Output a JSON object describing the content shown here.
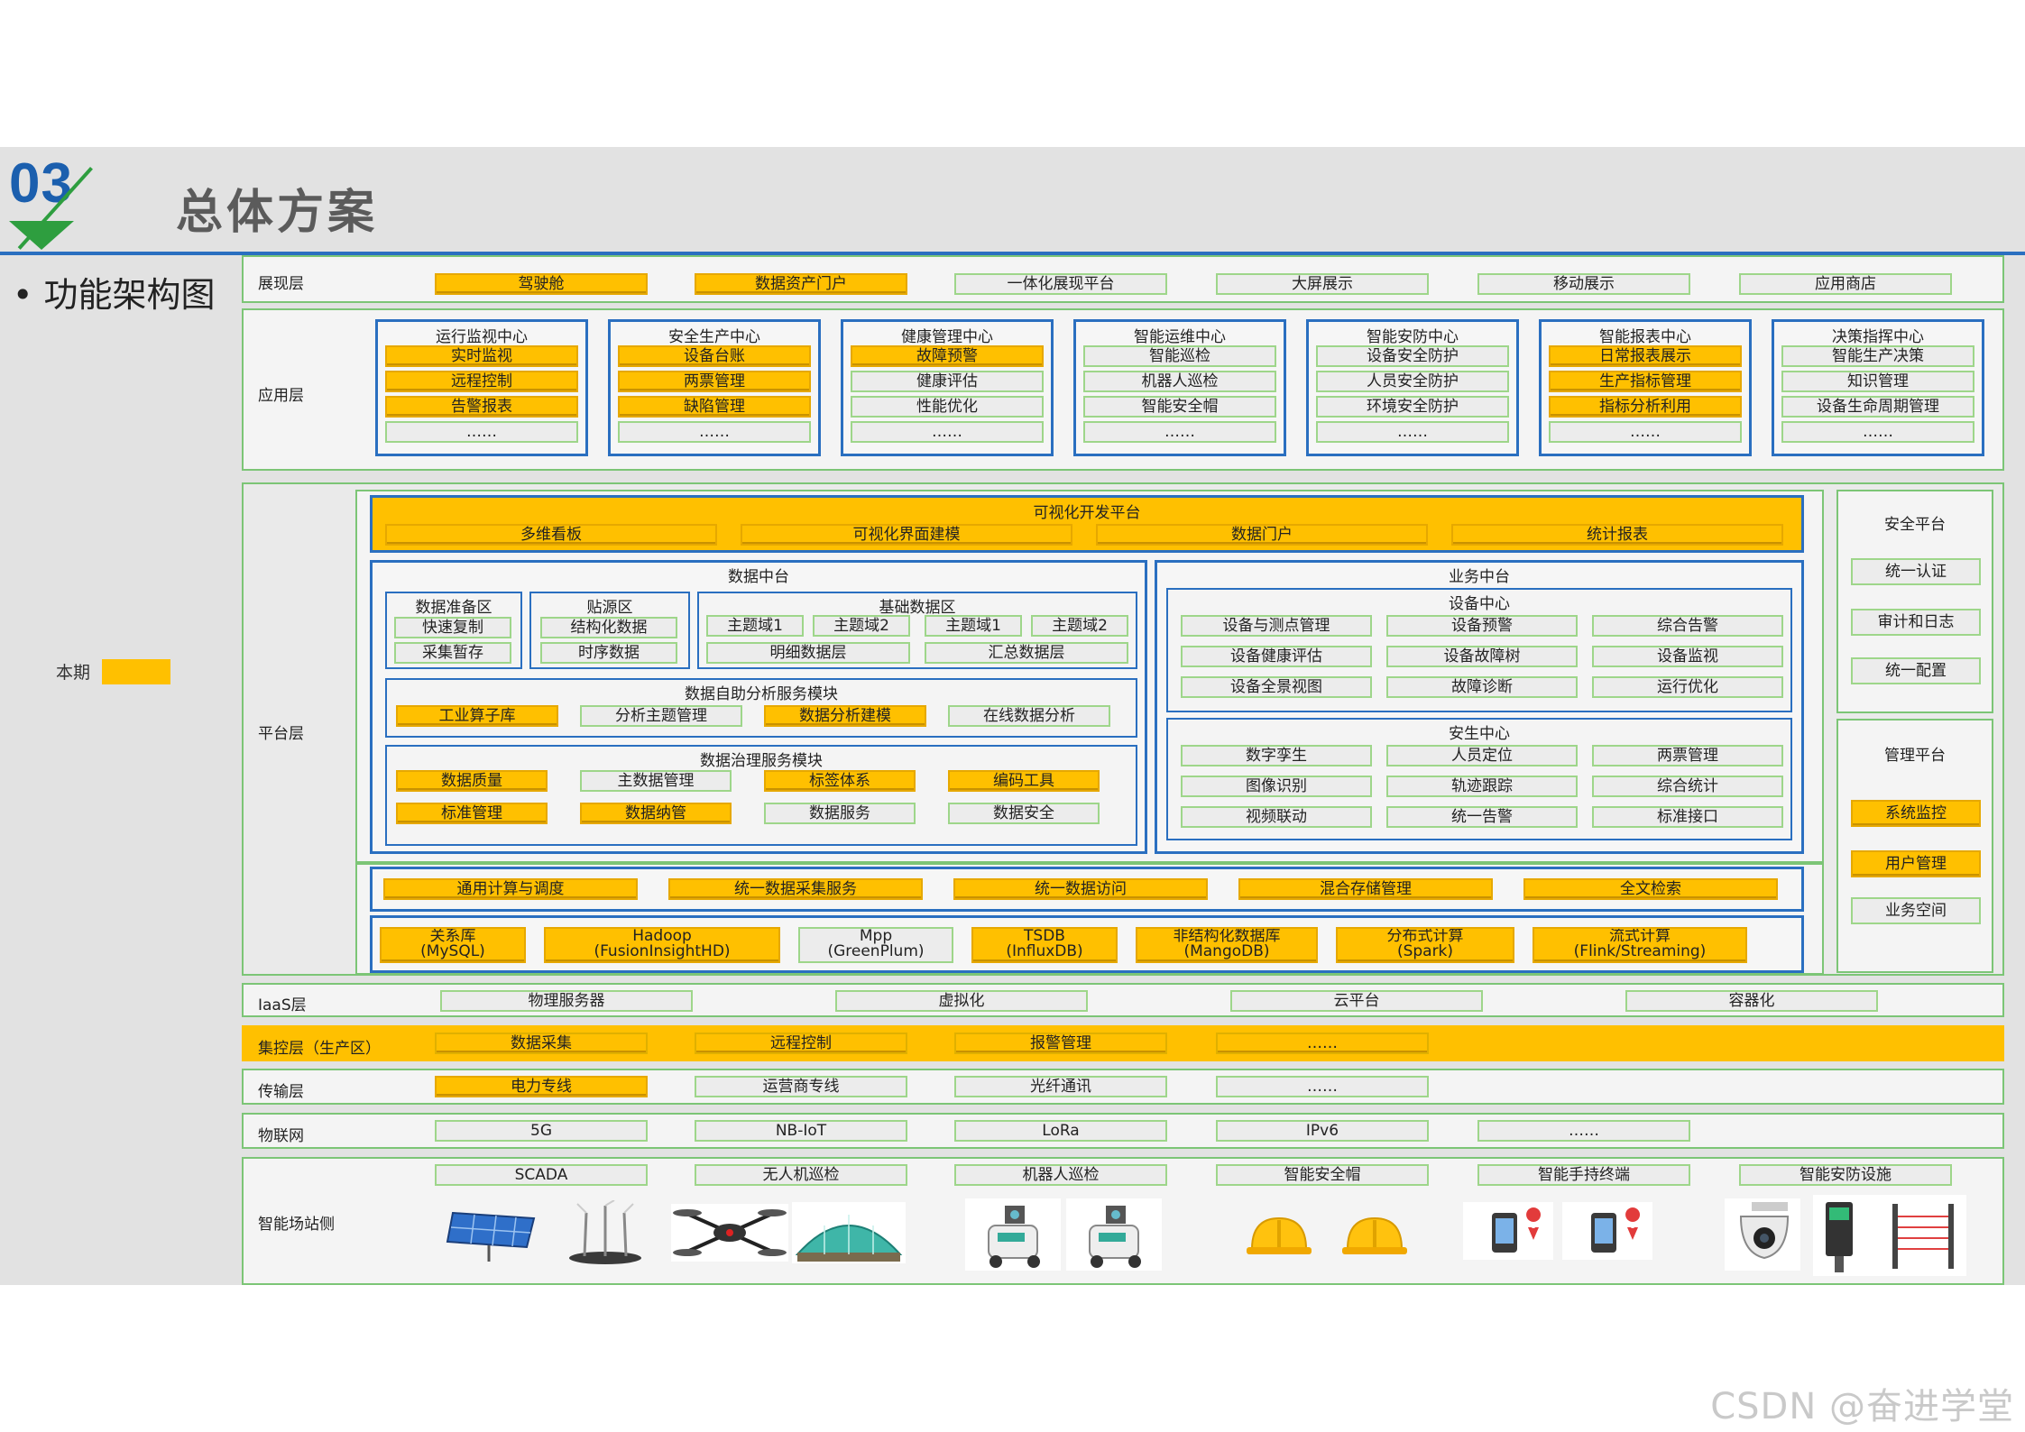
{
  "header": {
    "number": "03",
    "title": "总体方案"
  },
  "bullet": "功能架构图",
  "legend": {
    "label": "本期",
    "color": "#ffc000"
  },
  "layers": {
    "presentation": {
      "label": "展现层",
      "items": [
        "驾驶舱",
        "数据资产门户",
        "一体化展现平台",
        "大屏展示",
        "移动展示",
        "应用商店"
      ]
    },
    "application": {
      "label": "应用层",
      "centers": [
        {
          "title": "运行监视中心",
          "items": [
            "实时监视",
            "远程控制",
            "告警报表",
            "……"
          ]
        },
        {
          "title": "安全生产中心",
          "items": [
            "设备台账",
            "两票管理",
            "缺陷管理",
            "……"
          ]
        },
        {
          "title": "健康管理中心",
          "items": [
            "故障预警",
            "健康评估",
            "性能优化",
            "……"
          ]
        },
        {
          "title": "智能运维中心",
          "items": [
            "智能巡检",
            "机器人巡检",
            "智能安全帽",
            "……"
          ]
        },
        {
          "title": "智能安防中心",
          "items": [
            "设备安全防护",
            "人员安全防护",
            "环境安全防护",
            "……"
          ]
        },
        {
          "title": "智能报表中心",
          "items": [
            "日常报表展示",
            "生产指标管理",
            "指标分析利用",
            "……"
          ]
        },
        {
          "title": "决策指挥中心",
          "items": [
            "智能生产决策",
            "知识管理",
            "设备生命周期管理",
            "……"
          ]
        }
      ]
    },
    "platform": {
      "label": "平台层",
      "visual": {
        "title": "可视化开发平台",
        "items": [
          "多维看板",
          "可视化界面建模",
          "数据门户",
          "统计报表"
        ]
      },
      "data_center": {
        "title": "数据中台",
        "prep": {
          "title": "数据准备区",
          "items": [
            "快速复制",
            "采集暂存"
          ]
        },
        "source": {
          "title": "贴源区",
          "items": [
            "结构化数据",
            "时序数据"
          ]
        },
        "base": {
          "title": "基础数据区",
          "domains": [
            "主题域1",
            "主题域2",
            "主题域1",
            "主题域2"
          ],
          "layers": [
            "明细数据层",
            "汇总数据层"
          ]
        },
        "analysis": {
          "title": "数据自助分析服务模块",
          "items": [
            "工业算子库",
            "分析主题管理",
            "数据分析建模",
            "在线数据分析"
          ]
        },
        "governance": {
          "title": "数据治理服务模块",
          "items": [
            "数据质量",
            "主数据管理",
            "标签体系",
            "编码工具",
            "标准管理",
            "数据纳管",
            "数据服务",
            "数据安全"
          ]
        }
      },
      "business_center": {
        "title": "业务中台",
        "equipment": {
          "title": "设备中心",
          "items": [
            "设备与测点管理",
            "设备预警",
            "综合告警",
            "设备健康评估",
            "设备故障树",
            "设备监视",
            "设备全景视图",
            "故障诊断",
            "运行优化"
          ]
        },
        "safety": {
          "title": "安生中心",
          "items": [
            "数字孪生",
            "人员定位",
            "两票管理",
            "图像识别",
            "轨迹跟踪",
            "综合统计",
            "视频联动",
            "统一告警",
            "标准接口"
          ]
        }
      },
      "services": [
        "通用计算与调度",
        "统一数据采集服务",
        "统一数据访问",
        "混合存储管理",
        "全文检索"
      ],
      "storage": [
        [
          "关系库",
          "(MySQL)"
        ],
        [
          "Hadoop",
          "(FusionInsightHD)"
        ],
        [
          "Mpp",
          "(GreenPlum)"
        ],
        [
          "TSDB",
          "(InfluxDB)"
        ],
        [
          "非结构化数据库",
          "(MangoDB)"
        ],
        [
          "分布式计算",
          "(Spark)"
        ],
        [
          "流式计算",
          "(Flink/Streaming)"
        ]
      ],
      "security": {
        "title": "安全平台",
        "items": [
          "统一认证",
          "审计和日志",
          "统一配置"
        ]
      },
      "management": {
        "title": "管理平台",
        "items": [
          "系统监控",
          "用户管理",
          "业务空间"
        ]
      }
    },
    "iaas": {
      "label": "IaaS层",
      "items": [
        "物理服务器",
        "虚拟化",
        "云平台",
        "容器化"
      ]
    },
    "control": {
      "label": "集控层（生产区）",
      "items": [
        "数据采集",
        "远程控制",
        "报警管理",
        "……"
      ]
    },
    "transport": {
      "label": "传输层",
      "items": [
        "电力专线",
        "运营商专线",
        "光纤通讯",
        "……"
      ]
    },
    "iot": {
      "label": "物联网",
      "items": [
        "5G",
        "NB-IoT",
        "LoRa",
        "IPv6",
        "……"
      ]
    },
    "station": {
      "label": "智能场站侧",
      "items": [
        "SCADA",
        "无人机巡检",
        "机器人巡检",
        "智能安全帽",
        "智能手持终端",
        "智能安防设施"
      ]
    }
  },
  "footer": "CSDN @奋进学堂"
}
